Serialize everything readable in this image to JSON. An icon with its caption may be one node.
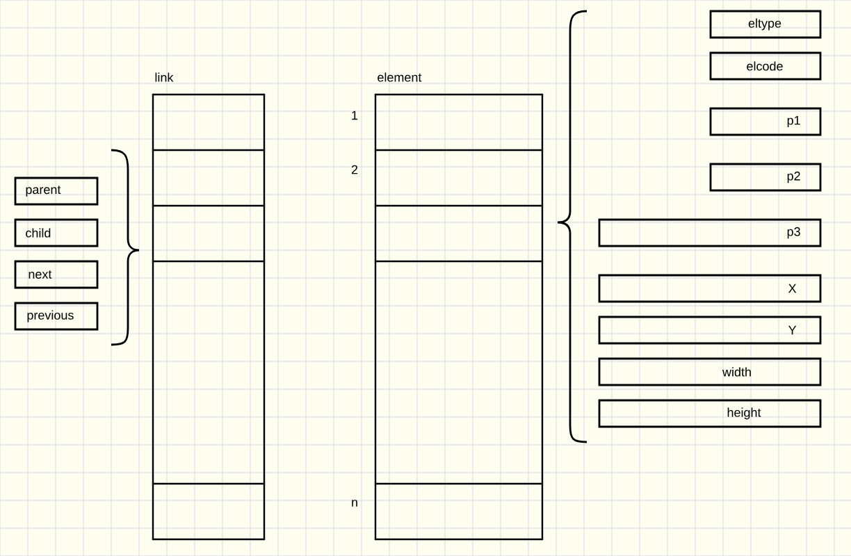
{
  "diagram": {
    "nodes": [
      {
        "text": [
          "link"
        ]
      },
      {
        "text": [
          "element"
        ]
      },
      {
        "text": [
          "parent"
        ]
      },
      {
        "text": [
          "child"
        ]
      },
      {
        "text": [
          "next"
        ]
      },
      {
        "text": [
          "previous"
        ]
      },
      {
        "text": [
          "eltype"
        ]
      },
      {
        "text": [
          "elcode"
        ]
      },
      {
        "text": [
          "p1"
        ]
      },
      {
        "text": [
          "p2"
        ]
      },
      {
        "text": [
          "p3"
        ]
      },
      {
        "text": [
          "X"
        ]
      },
      {
        "text": [
          "Y"
        ]
      },
      {
        "text": [
          "width"
        ]
      },
      {
        "text": [
          "height"
        ]
      }
    ],
    "labels": [
      "1",
      "2",
      "n"
    ]
  }
}
